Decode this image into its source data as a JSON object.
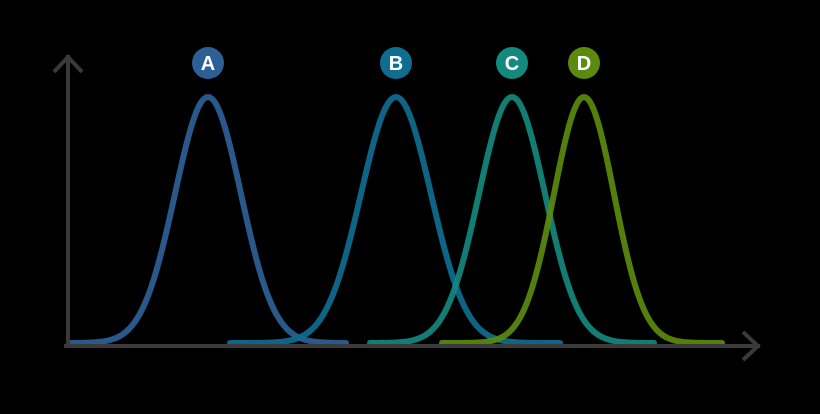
{
  "chart_data": {
    "type": "line",
    "title": "",
    "xlabel": "",
    "ylabel": "",
    "grid": false,
    "legend": "none",
    "axis_color": "#3a3a3a",
    "series": [
      {
        "name": "A",
        "peak_x": 208,
        "spread": 33,
        "from": 70,
        "to": 346,
        "color": "#2c5f96"
      },
      {
        "name": "B",
        "peak_x": 396,
        "spread": 35,
        "from": 230,
        "to": 560,
        "color": "#0f6d8f"
      },
      {
        "name": "C",
        "peak_x": 512,
        "spread": 33,
        "from": 370,
        "to": 655,
        "color": "#14897d"
      },
      {
        "name": "D",
        "peak_x": 584,
        "spread": 30,
        "from": 442,
        "to": 722,
        "color": "#5b8a0e"
      }
    ]
  }
}
